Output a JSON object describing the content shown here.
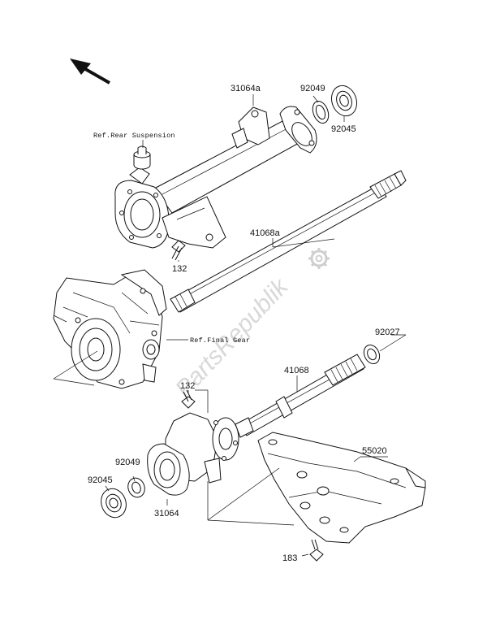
{
  "diagram": {
    "part_labels": {
      "p31064a": "31064a",
      "p92049_top": "92049",
      "p92045_top": "92045",
      "p41068a": "41068a",
      "p132_top": "132",
      "p92027": "92027",
      "p41068": "41068",
      "p132_bottom": "132",
      "p55020": "55020",
      "p92049_bottom": "92049",
      "p92045_bottom": "92045",
      "p31064": "31064",
      "p183": "183"
    },
    "references": {
      "rear_suspension": "Ref.Rear Suspension",
      "final_gear": "Ref.Final Gear"
    },
    "watermark": "PartsRepublik"
  }
}
